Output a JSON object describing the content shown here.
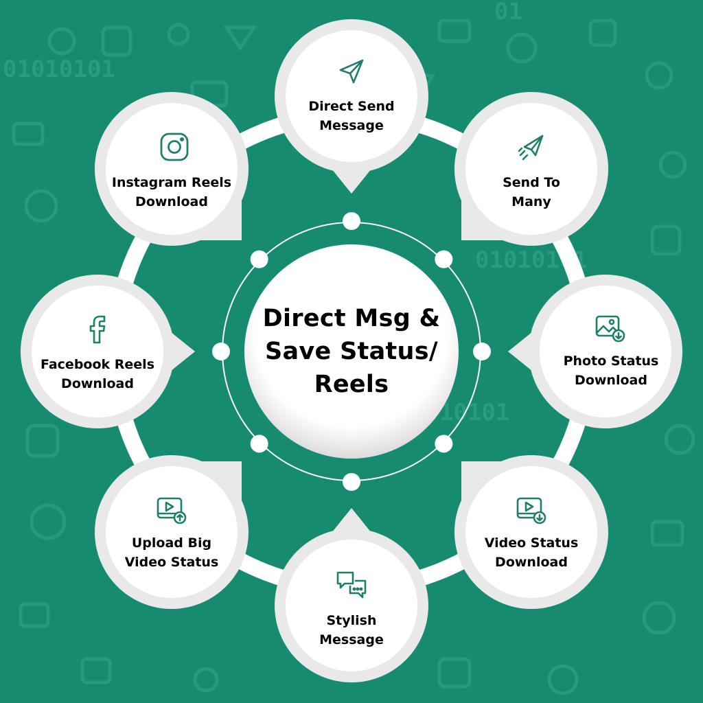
{
  "colors": {
    "background": "#168b6f",
    "background_pattern": "#2b9a7f",
    "ring": "#ffffff",
    "bubble_outer": "#e9e9e9",
    "bubble_inner": "#ffffff",
    "text": "#111111",
    "icon": "#1e7e6a"
  },
  "hub": {
    "title_line1": "Direct Msg &",
    "title_line2": "Save Status/",
    "title_line3": "Reels"
  },
  "nodes": [
    {
      "id": "direct-send",
      "icon": "paper-plane-icon",
      "line1": "Direct Send",
      "line2": "Message"
    },
    {
      "id": "send-to-many",
      "icon": "rocket-plane-icon",
      "line1": "Send To",
      "line2": "Many"
    },
    {
      "id": "photo-status",
      "icon": "image-download-icon",
      "line1": "Photo Status",
      "line2": "Download"
    },
    {
      "id": "video-status",
      "icon": "video-download-icon",
      "line1": "Video Status",
      "line2": "Download"
    },
    {
      "id": "stylish-message",
      "icon": "chat-bubbles-icon",
      "line1": "Stylish",
      "line2": "Message"
    },
    {
      "id": "upload-video",
      "icon": "video-upload-icon",
      "line1": "Upload Big",
      "line2": "Video Status"
    },
    {
      "id": "facebook-reels",
      "icon": "facebook-icon",
      "line1": "Facebook Reels",
      "line2": "Download"
    },
    {
      "id": "instagram-reels",
      "icon": "instagram-icon",
      "line1": "Instagram Reels",
      "line2": "Download"
    }
  ]
}
